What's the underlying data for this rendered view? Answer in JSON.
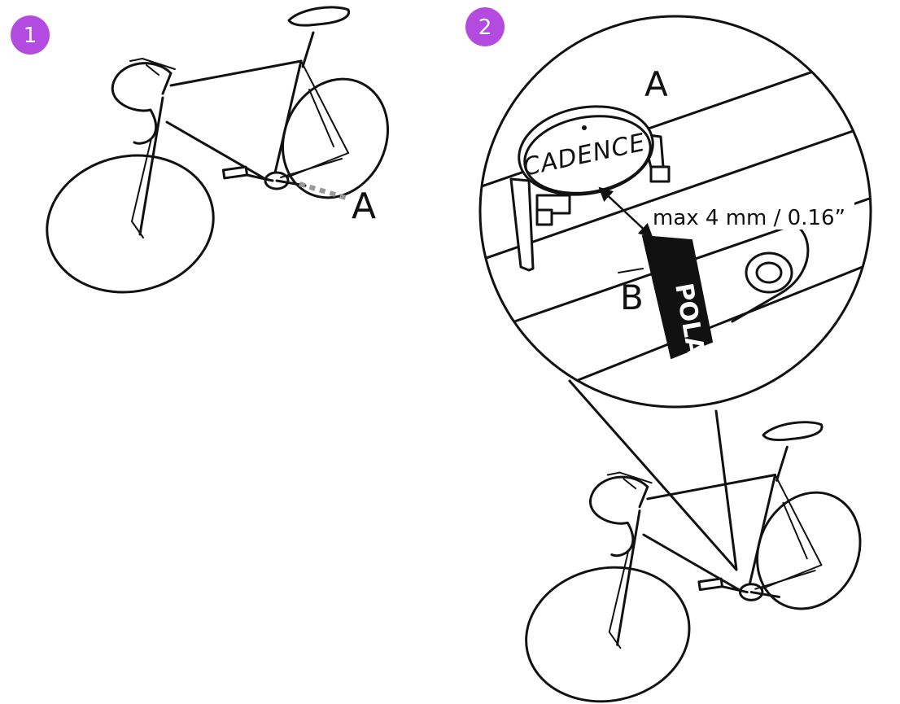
{
  "accent_color": "#b44be0",
  "steps": [
    {
      "number": "1"
    },
    {
      "number": "2"
    }
  ],
  "step1": {
    "label_a": "A"
  },
  "step2": {
    "label_a": "A",
    "label_b": "B",
    "sensor_text": "CADENCE",
    "magnet_text": "POLAR",
    "distance_note": "max 4 mm / 0.16”"
  }
}
